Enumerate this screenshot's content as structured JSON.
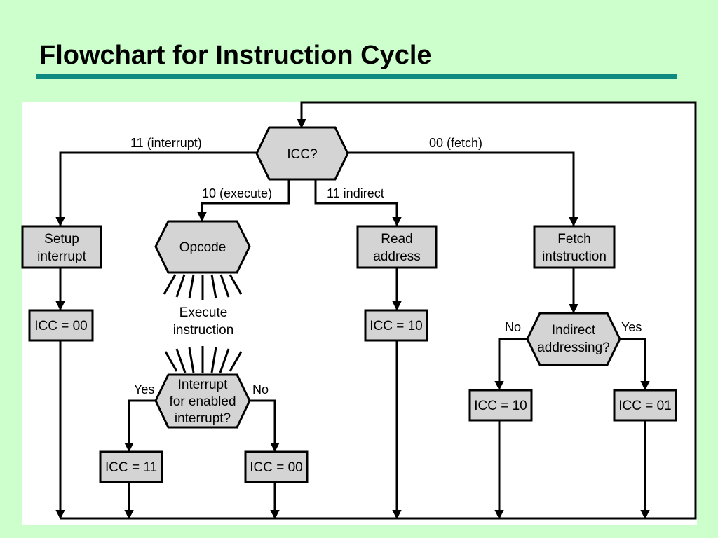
{
  "slide": {
    "title": "Flowchart for Instruction Cycle"
  },
  "colors": {
    "background": "#ccffcc",
    "title_rule": "#0e8a80",
    "panel": "#ffffff",
    "node_fill": "#d4d4d4",
    "line": "#000000"
  },
  "diagram": {
    "nodes": {
      "icc_decision": "ICC?",
      "setup_interrupt": [
        "Setup",
        "interrupt"
      ],
      "opcode": "Opcode",
      "execute_instruction": [
        "Execute",
        "instruction"
      ],
      "interrupt_check": [
        "Interrupt",
        "for enabled",
        "interrupt?"
      ],
      "read_address": [
        "Read",
        "address"
      ],
      "fetch_instruction": [
        "Fetch",
        "intstruction"
      ],
      "indirect_check": [
        "Indirect",
        "addressing?"
      ],
      "icc_00_setup": "ICC = 00",
      "icc_10_read": "ICC = 10",
      "icc_11_yes": "ICC = 11",
      "icc_00_no": "ICC = 00",
      "icc_10_no_indirect": "ICC = 10",
      "icc_01_indirect": "ICC = 01"
    },
    "edges": {
      "interrupt": "11 (interrupt)",
      "fetch": "00 (fetch)",
      "execute": "10 (execute)",
      "indirect": "11 indirect",
      "yes_interrupt": "Yes",
      "no_interrupt": "No",
      "no_indirect": "No",
      "yes_indirect": "Yes"
    }
  }
}
